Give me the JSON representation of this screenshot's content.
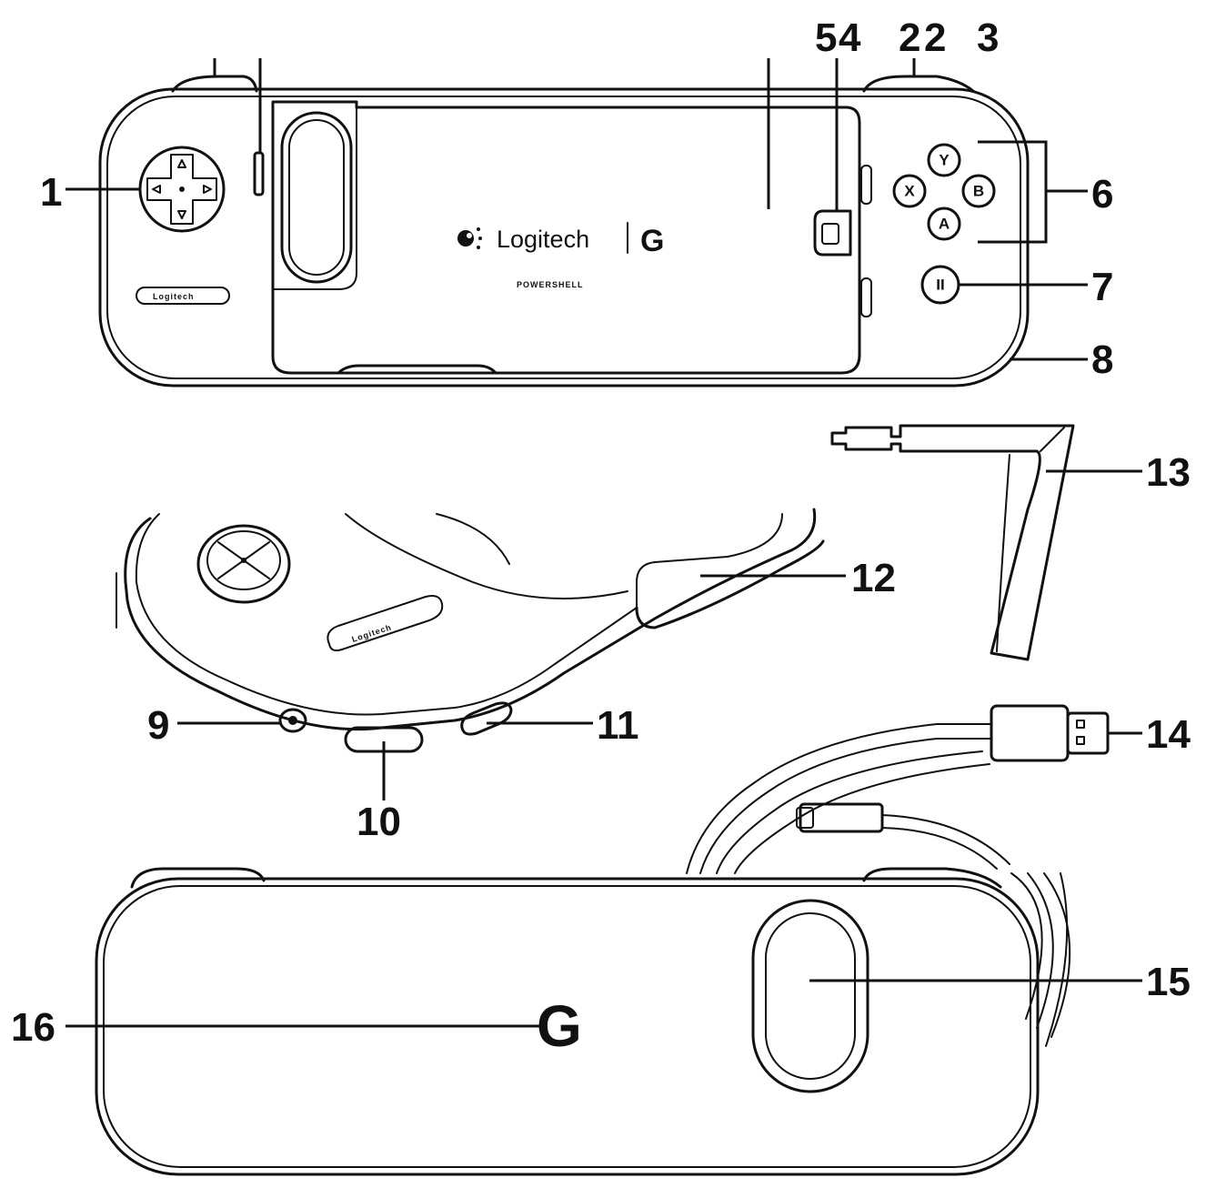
{
  "callouts": {
    "c1": "1",
    "c2a": "2",
    "c2b": "2",
    "c3": "3",
    "c4": "4",
    "c5": "5",
    "c6": "6",
    "c7": "7",
    "c8": "8",
    "c9": "9",
    "c10": "10",
    "c11": "11",
    "c12": "12",
    "c13": "13",
    "c14": "14",
    "c15": "15",
    "c16": "16"
  },
  "face_buttons": {
    "y": "Y",
    "x": "X",
    "b": "B",
    "a": "A",
    "pause": "II"
  },
  "branding": {
    "logitech": "Logitech",
    "g_logo": "G",
    "product": "POWERSHELL",
    "grip_badge": "Logitech"
  },
  "icons": {
    "dpad": "dpad-icon",
    "logitech_eye": "logitech-logo-icon",
    "g_logo": "g-logo-icon"
  }
}
